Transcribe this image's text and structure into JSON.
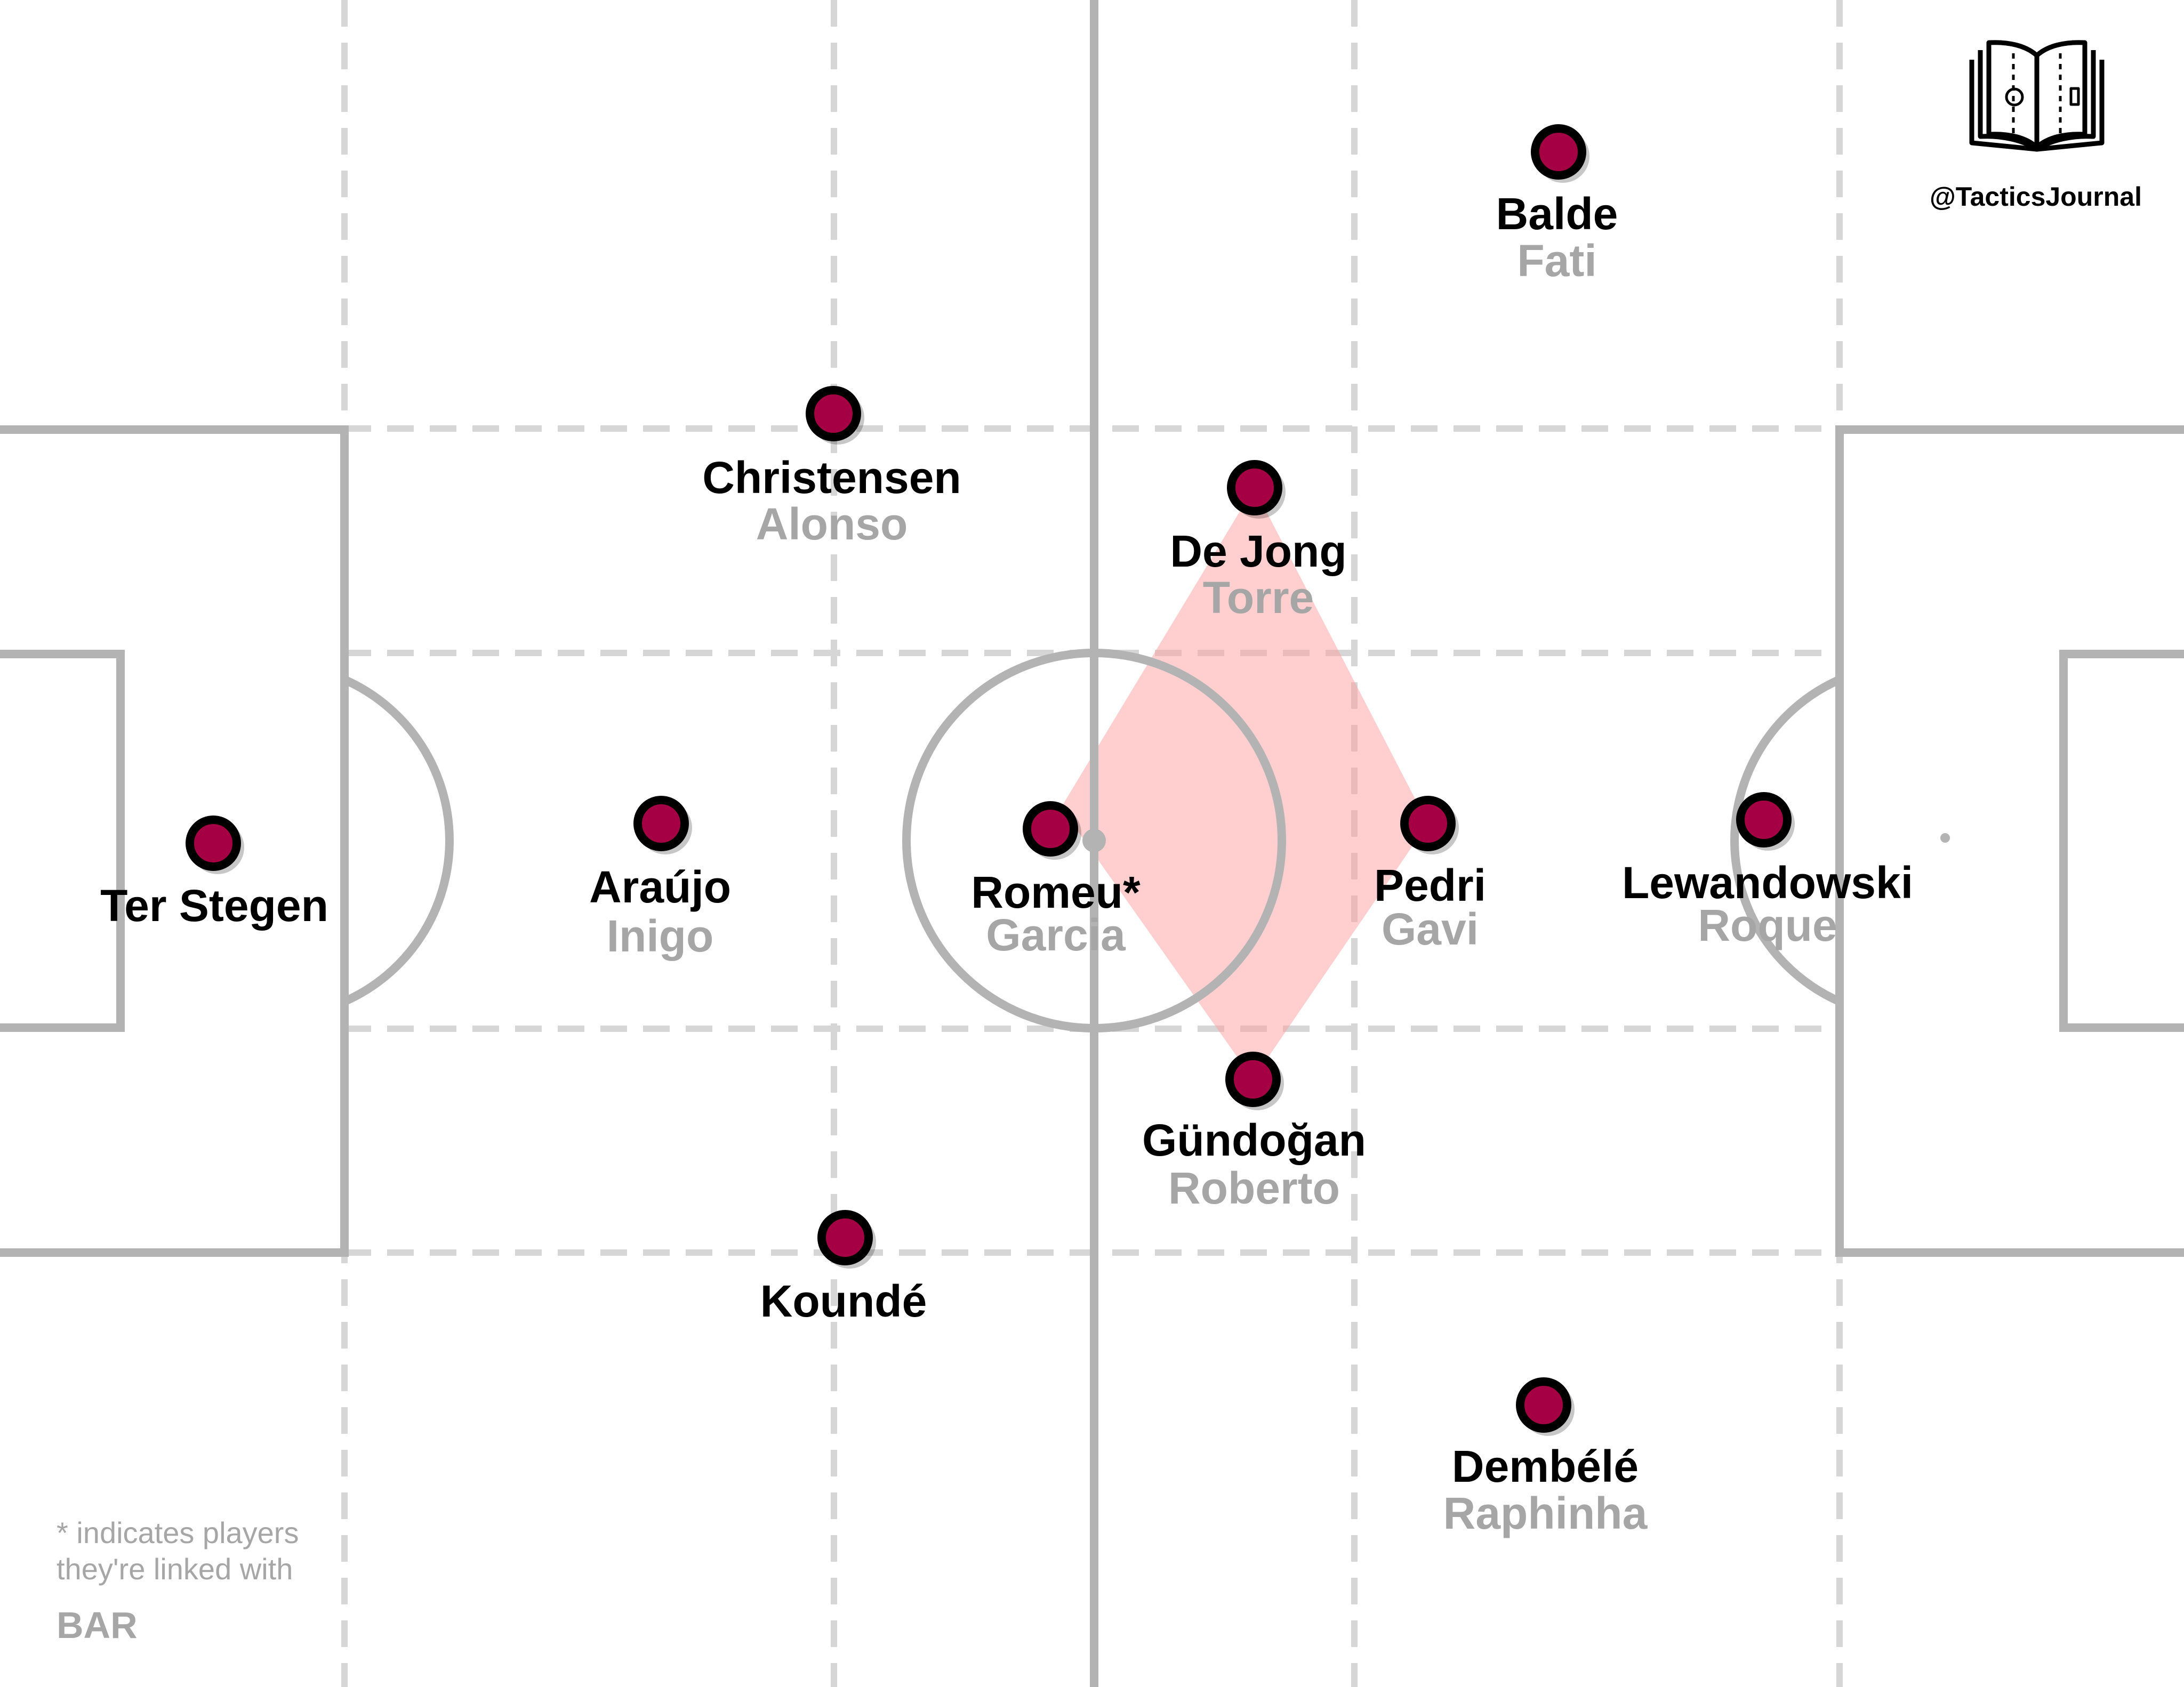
{
  "team": "BAR",
  "handle": "@TacticsJournal",
  "note": [
    "* indicates players",
    "they're linked with"
  ],
  "colors": {
    "pitch_line": "#b3b3b3",
    "dashed_line": "#d6d6d6",
    "marker_fill": "#a50044",
    "marker_stroke": "#000000",
    "diamond": "#ff9a9a",
    "primary_name": "#000000",
    "backup_name": "#a6a6a6"
  },
  "players": [
    {
      "id": "ter-stegen",
      "name": "Ter Stegen",
      "backup": ""
    },
    {
      "id": "araujo",
      "name": "Araújo",
      "backup": "Inigo"
    },
    {
      "id": "christensen",
      "name": "Christensen",
      "backup": "Alonso"
    },
    {
      "id": "kounde",
      "name": "Koundé",
      "backup": ""
    },
    {
      "id": "romeu",
      "name": "Romeu*",
      "backup": "Garcia"
    },
    {
      "id": "de-jong",
      "name": "De Jong",
      "backup": "Torre"
    },
    {
      "id": "gundogan",
      "name": "Gündoğan",
      "backup": "Roberto"
    },
    {
      "id": "pedri",
      "name": "Pedri",
      "backup": "Gavi"
    },
    {
      "id": "balde",
      "name": "Balde",
      "backup": "Fati"
    },
    {
      "id": "dembele",
      "name": "Dembélé",
      "backup": "Raphinha"
    },
    {
      "id": "lewandowski",
      "name": "Lewandowski",
      "backup": "Roque"
    }
  ]
}
